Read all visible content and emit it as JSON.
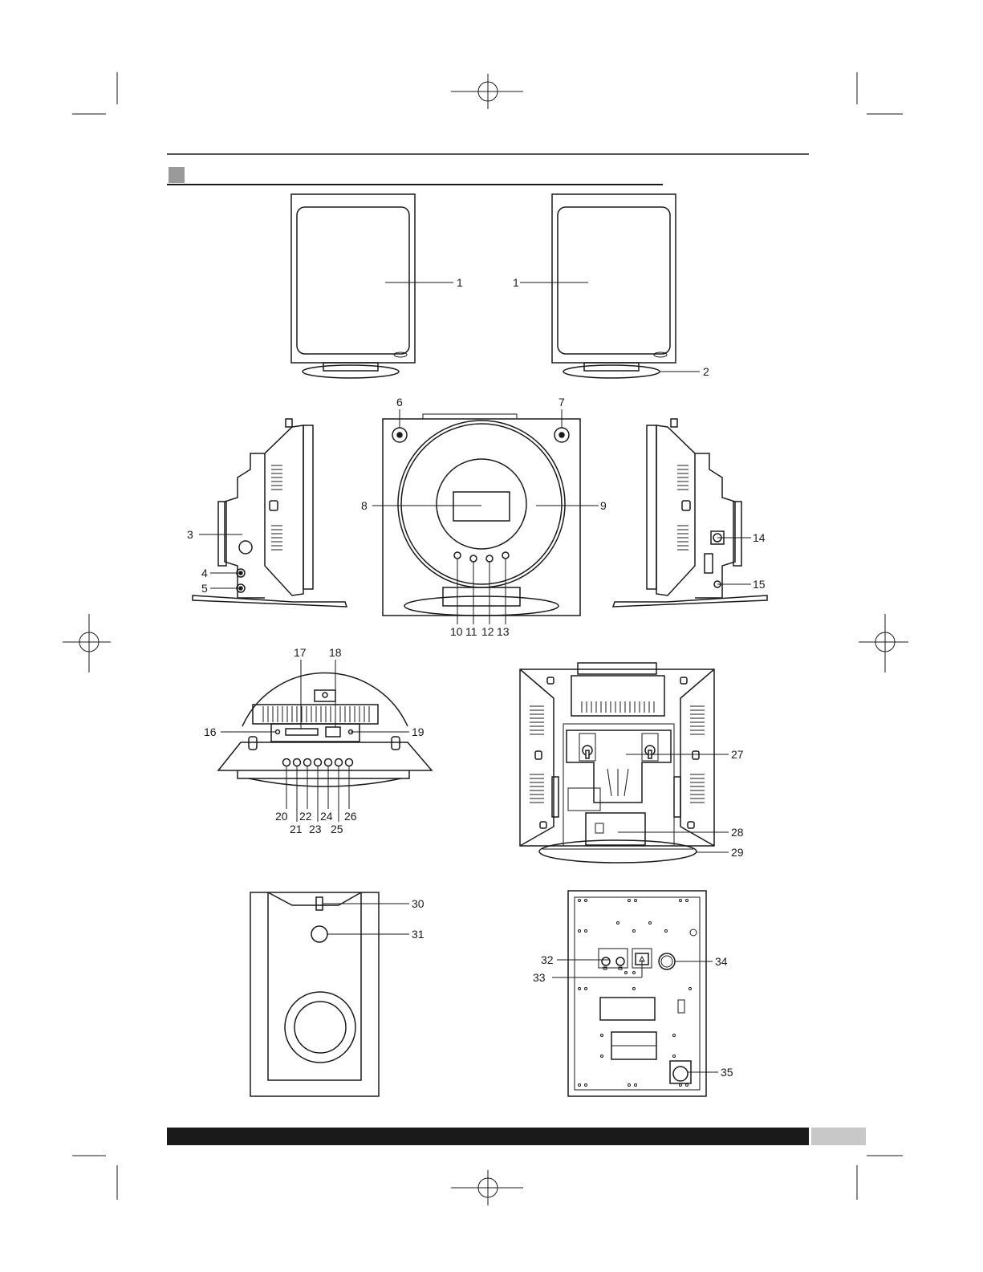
{
  "colors": {
    "ink": "#1a1a1a",
    "gray": "#9a9a9a",
    "footer": "#1a1a1a",
    "tab": "#c8c8c8"
  },
  "callouts": {
    "c1a": "1",
    "c1b": "1",
    "c2": "2",
    "c3": "3",
    "c4": "4",
    "c5": "5",
    "c6": "6",
    "c7": "7",
    "c8": "8",
    "c9": "9",
    "c10": "10",
    "c11": "11",
    "c12": "12",
    "c13": "13",
    "c14": "14",
    "c15": "15",
    "c16": "16",
    "c17": "17",
    "c18": "18",
    "c19": "19",
    "c20": "20",
    "c21": "21",
    "c22": "22",
    "c23": "23",
    "c24": "24",
    "c25": "25",
    "c26": "26",
    "c27": "27",
    "c28": "28",
    "c29": "29",
    "c30": "30",
    "c31": "31",
    "c32": "32",
    "c33": "33",
    "c34": "34",
    "c35": "35"
  },
  "icons": [
    "crop-mark",
    "registration-mark",
    "section-square"
  ]
}
